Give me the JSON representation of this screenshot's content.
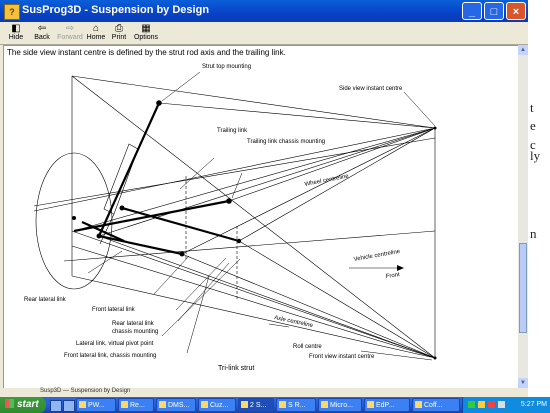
{
  "window": {
    "title": "SusProg3D - Suspension by Design",
    "title_icon": "?",
    "minimize_glyph": "_",
    "maximize_glyph": "□",
    "close_glyph": "×"
  },
  "toolbar": {
    "buttons": [
      {
        "label": "Hide",
        "glyph": "◧",
        "enabled": true
      },
      {
        "label": "Back",
        "glyph": "⇦",
        "enabled": true
      },
      {
        "label": "Forward",
        "glyph": "⇨",
        "enabled": false
      },
      {
        "label": "Home",
        "glyph": "⌂",
        "enabled": true
      },
      {
        "label": "Print",
        "glyph": "⎙",
        "enabled": true
      },
      {
        "label": "Options",
        "glyph": "▦",
        "enabled": true
      }
    ]
  },
  "content": {
    "caption": "The side view instant centre is defined by the strut rod axis and the trailing link."
  },
  "diagram": {
    "labels": {
      "strut_top": "Strut top mounting",
      "side_ic": "Side view instant centre",
      "trailing_link": "Trailing link",
      "trailing_chassis": "Trailing link chassis mounting",
      "wheel_centreline": "Wheel centreline",
      "vehicle_centreline": "Vehicle centreline",
      "front": "Front",
      "rear_lateral": "Rear lateral link",
      "front_lateral": "Front lateral link",
      "rear_lateral_chassis_1": "Rear lateral link",
      "rear_lateral_chassis_2": "chassis mounting",
      "lateral_virtual": "Lateral link, virtual pivot point",
      "front_lateral_chassis": "Front lateral link, chassis mounting",
      "axle_centreline": "Axle centreline",
      "roll_centre": "Roll centre",
      "front_ic": "Front view instant centre",
      "trilink": "Tri-link strut"
    }
  },
  "status": {
    "text": "Susp3D — Suspension by Design"
  },
  "background_doc": {
    "lines": [
      "t",
      "e",
      "c",
      "ly",
      "n"
    ]
  },
  "taskbar": {
    "start_label": "start",
    "tasks": [
      {
        "label": "PW...",
        "active": false
      },
      {
        "label": "Re...",
        "active": false
      },
      {
        "label": "DMS...",
        "active": false
      },
      {
        "label": "Cuz...",
        "active": false
      },
      {
        "label": "2 S...",
        "active": true
      },
      {
        "label": "S R...",
        "active": false
      },
      {
        "label": "Micro...",
        "active": false
      },
      {
        "label": "EdP...",
        "active": false
      },
      {
        "label": "Coff...",
        "active": false
      }
    ],
    "clock": "5:27 PM"
  }
}
